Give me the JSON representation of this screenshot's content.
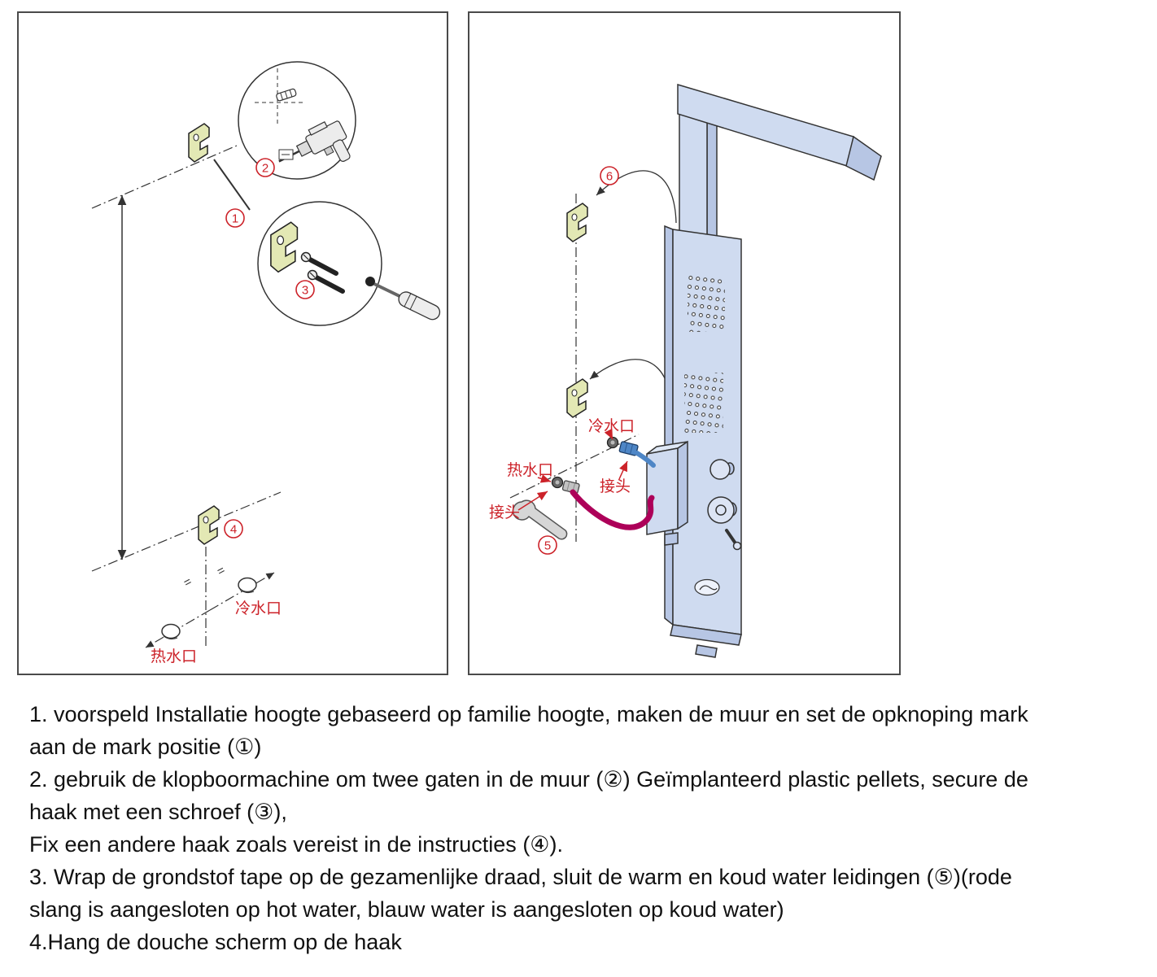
{
  "diagram": {
    "accent_red": "#cc2229",
    "hook_fill": "#e3e8b4",
    "panel_fill": "#cfdbf0",
    "hose_red": "#ad0059",
    "connector_blue": "#4e86c6",
    "left": {
      "num1": "1",
      "num2": "2",
      "num3": "3",
      "num4": "4",
      "equal": "=",
      "cold_port": "冷水口",
      "hot_port": "热水口"
    },
    "right": {
      "num5": "5",
      "num6": "6",
      "cold_port": "冷水口",
      "hot_port": "热水口",
      "joint_right": "接头",
      "joint_left": "接头"
    }
  },
  "instructions": {
    "lines": [
      "1. voorspeld Installatie hoogte gebaseerd op familie hoogte, maken de muur en set de opknoping mark",
      "aan de mark positie (①)",
      "2. gebruik de klopboormachine om twee gaten in de muur (②) Geïmplanteerd plastic pellets, secure de",
      "haak met een schroef (③),",
      "Fix een andere haak zoals vereist in de instructies (④).",
      "3. Wrap de grondstof tape op de gezamenlijke draad, sluit de warm en koud water leidingen (⑤)(rode",
      "slang is aangesloten op hot water, blauw water is aangesloten op koud water)",
      "4.Hang de douche scherm op de haak"
    ]
  }
}
